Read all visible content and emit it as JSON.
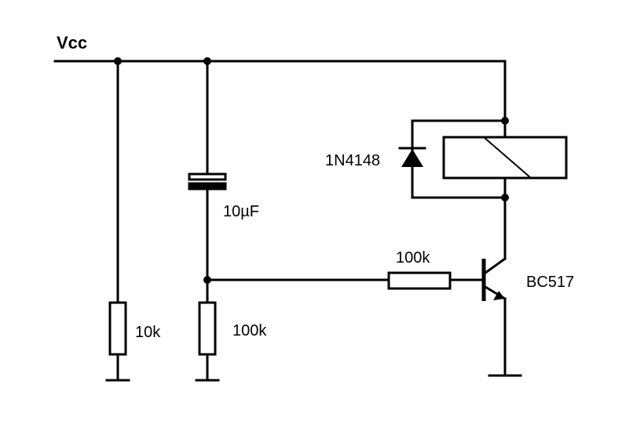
{
  "labels": {
    "supply": "Vcc",
    "diode": "1N4148",
    "capacitor": "10µF",
    "base_resistor": "100k",
    "transistor": "BC517",
    "left_resistor": "10k",
    "lower_resistor": "100k"
  }
}
